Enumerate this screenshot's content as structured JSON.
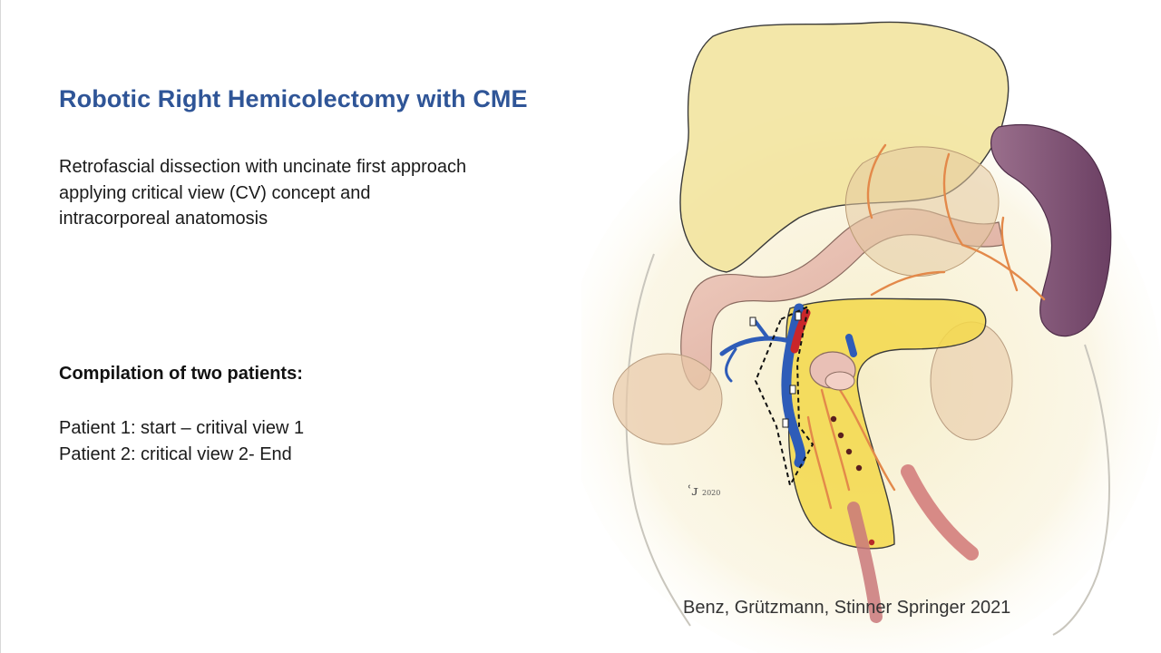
{
  "slide": {
    "title": "Robotic Right Hemicolectomy with CME",
    "description_lines": [
      "Retrofascial dissection with uncinate first approach",
      "applying critical view (CV) concept and",
      "intracorporeal anatomosis"
    ],
    "compilation_heading": "Compilation of two patients:",
    "patients": [
      "Patient 1: start – critival view 1",
      "Patient 2: critical view 2- End"
    ],
    "citation": "Benz, Grützmann, Stinner Springer 2021"
  },
  "illustration": {
    "signature": "ʿᴊ",
    "signature_year": "2020",
    "colors": {
      "omentum": "#f1e39a",
      "pancreas": "#f3d84a",
      "vein": "#2e5cb8",
      "artery": "#c9262a",
      "spleen": "#7d4f73",
      "colon": "#e6b9aa",
      "vessel_orange": "#e3894a"
    }
  }
}
